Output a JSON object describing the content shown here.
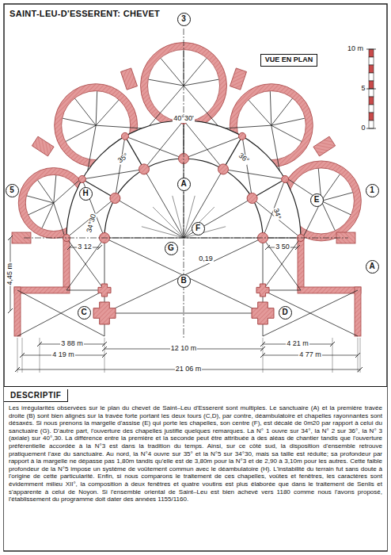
{
  "diagram": {
    "title": "SAINT-LEU-D'ESSERENT: CHEVET",
    "nodes": [
      {
        "text": [
          "3"
        ]
      },
      {
        "text": [
          "VUE EN PLAN"
        ]
      },
      {
        "text": [
          "5"
        ]
      },
      {
        "text": [
          "H"
        ]
      },
      {
        "text": [
          "A"
        ]
      },
      {
        "text": [
          "E"
        ]
      },
      {
        "text": [
          "1"
        ]
      },
      {
        "text": [
          "F"
        ]
      },
      {
        "text": [
          "G"
        ]
      },
      {
        "text": [
          "B"
        ]
      },
      {
        "text": [
          "A"
        ]
      },
      {
        "text": [
          "C"
        ]
      },
      {
        "text": [
          "D"
        ]
      },
      {
        "text": [
          "DESCRIPTIF",
          "Les irrégularités observées sur le plan du chevet de Saint–Leu d'Esserent sont multiples. Le sanctuaire (A) et la première travée droite (B) sont bien alignés sur la travée forte portant les deux tours (C,D), par contre, déambulatoire et chapelles rayonnantes sont désaxés. Si nous prenons la margelle d'assise (E) qui porte les chapelles, son centre (F), est décalé de 0m20 par rapport à celui du sanctuaire (G). D'autre part, l'ouverture des chapelles justifie quelques remarques. La N° 1 ouvre sur 34°, la N° 2 sur 36°, la N° 3 (axiale) sur 40°,30. La différence entre la première et la seconde peut être attribuée à des aléas de chantier tandis que l'ouverture préférentielle accordée à la N°3 est dans la tradition du temps. Ainsi, sur ce côté sud, la disposition d'ensemble retrouve pratiquement l'axe du sanctuaire. Au nord, la N°4 ouvre sur 35° et la N°5 sur 34°30, mais sa taille est réduite; sa profondeur par rapport à la margelle ne dépasse pas 1,80m tandis qu'elle est de 3,80m pour la N°3 et de 2,90 à 3,10m pour les autres. Cette faible profondeur de la N°5 impose un système de voûtement commun avec le déambulatoire (H). L'instabilité du terrain fut sans doute à l'origine de cette particularité. Enfin, si nous comparons le traitement de ces chapelles, voûtes et fenêtres, les caractères sont évidemment milieu XII°, la composition à deux fenêtres et quatre voutins est plus élaborée que dans le traitement de Senlis et s'apparente à celui de Noyon. Si l'ensemble oriental de Saint–Leu est bien achevé vers 1180 comme nous l'avons proposé, l'établissement du programme doit dater des années 1155/1160."
        ]
      }
    ],
    "labels": [
      "10 m",
      "5",
      "0",
      "40°30'",
      "35°",
      "36°",
      "34°30",
      "34°",
      "3 12",
      "3 50",
      "0,19",
      "4,45 m",
      "3 88 m",
      "4 19 m",
      "12 10 m",
      "4 21 m",
      "4 77 m",
      "21 06 m"
    ]
  }
}
